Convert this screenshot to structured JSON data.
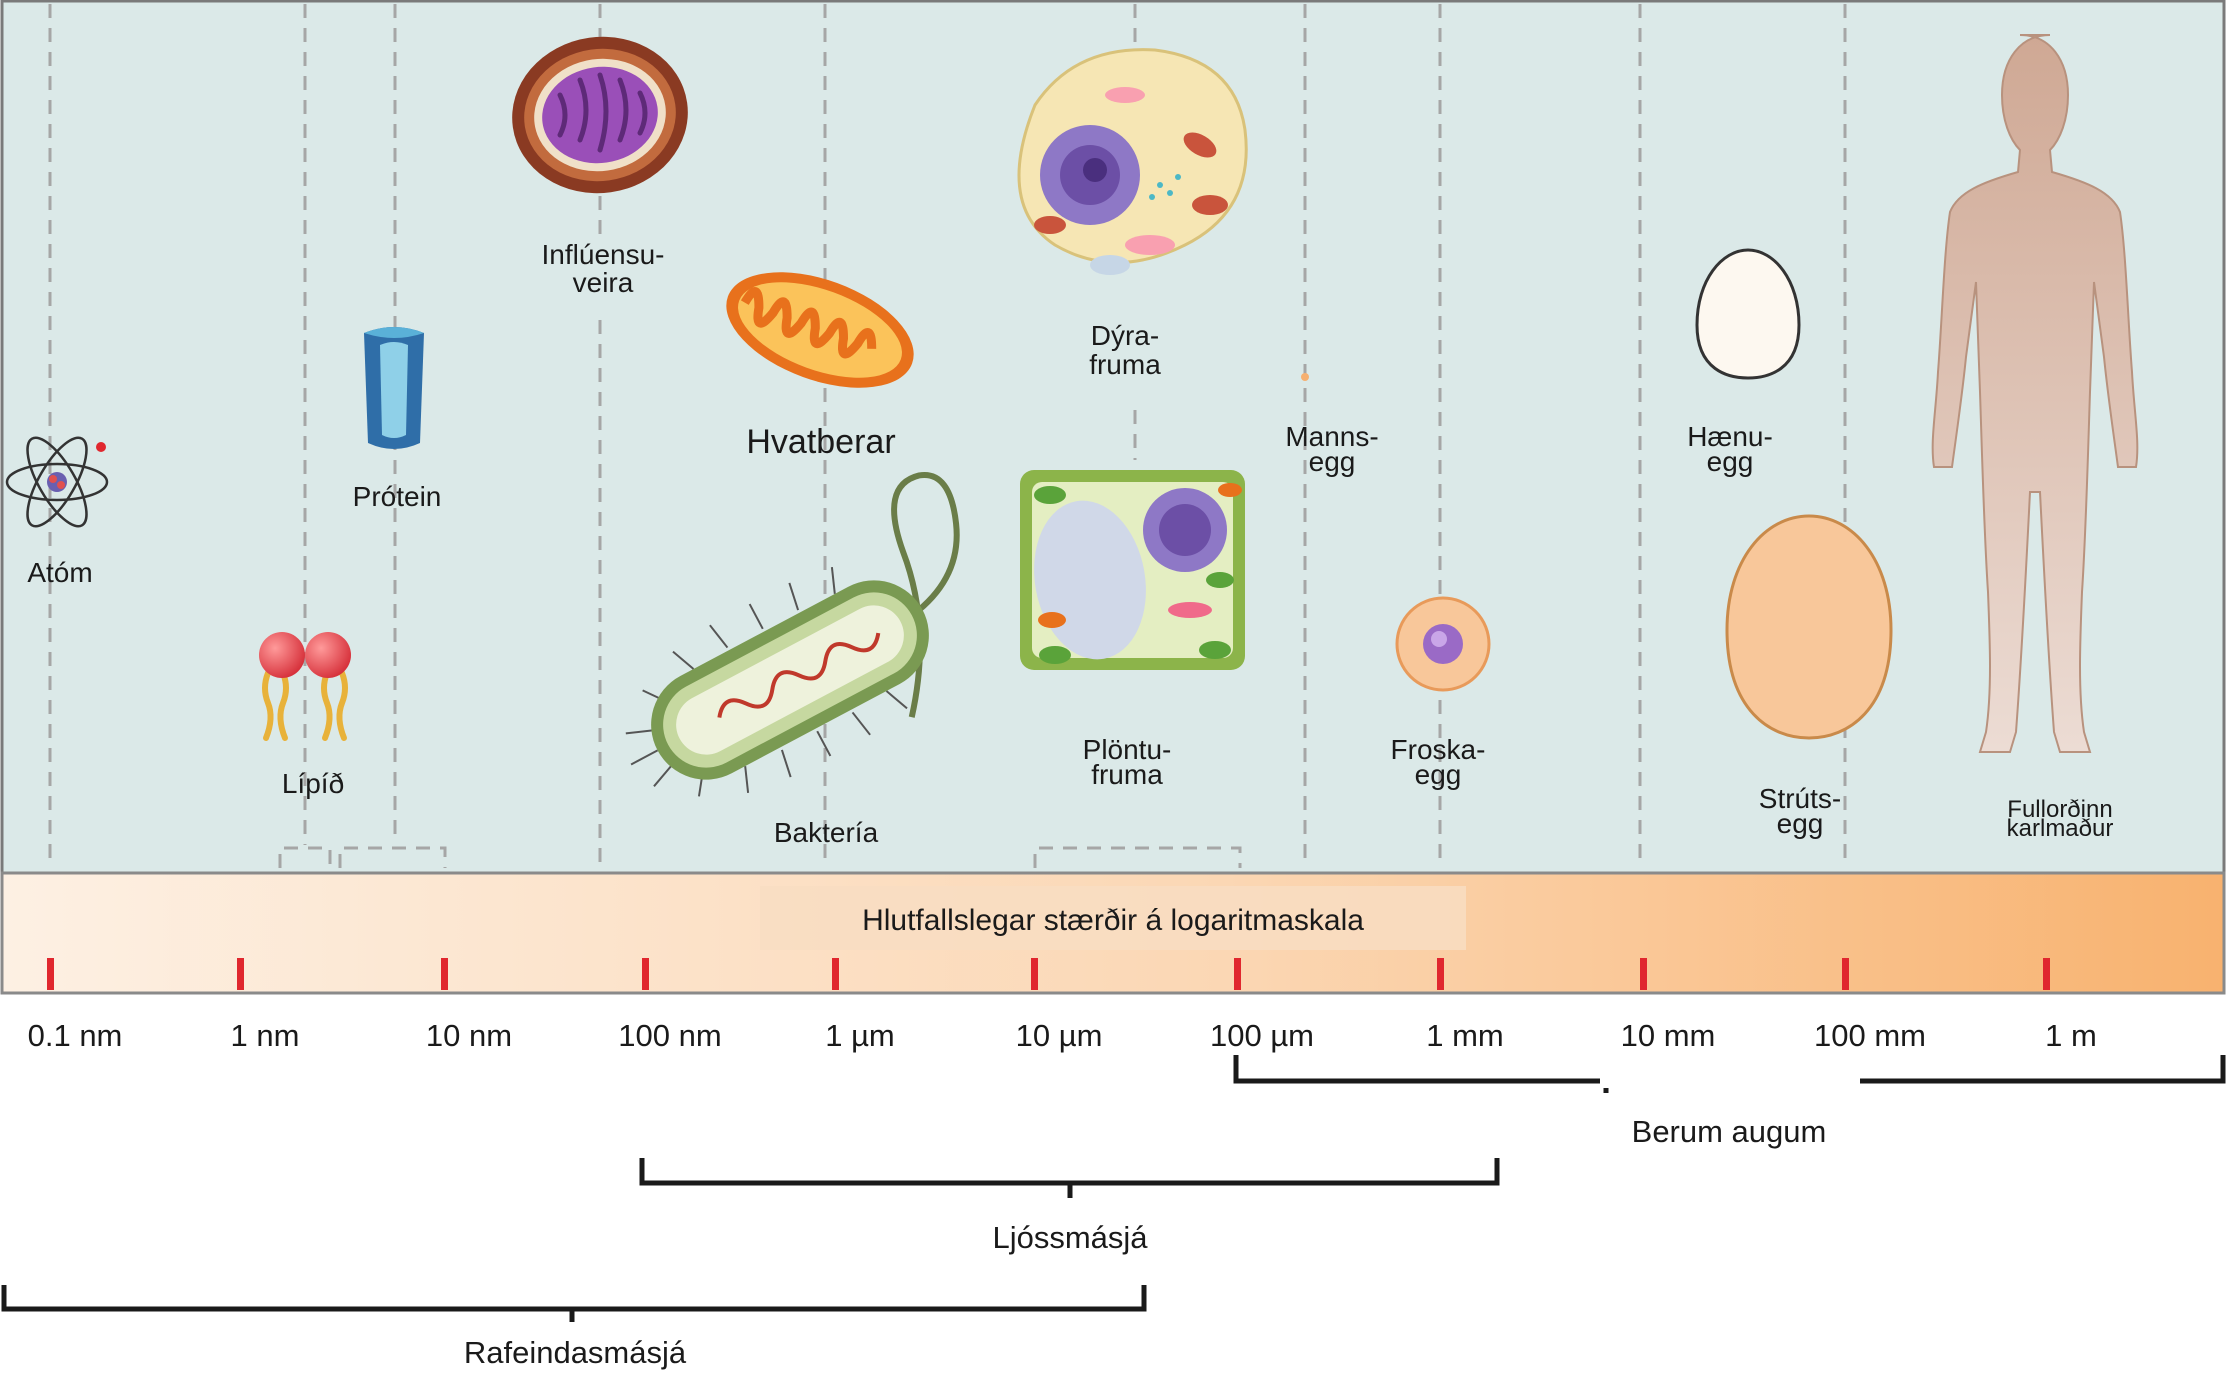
{
  "colors": {
    "panel": "#dbe9e8",
    "tick": "#e0272e",
    "bar_start": "#fdf0e3",
    "bar_end": "#f8b26f",
    "bracket": "#1a1a1a"
  },
  "scale": {
    "title": "Hlutfallslegar stærðir á logaritmaskala",
    "ticks": [
      "0.1 nm",
      "1 nm",
      "10 nm",
      "100 nm",
      "1 µm",
      "10 µm",
      "100 µm",
      "1 mm",
      "10 mm",
      "100 mm",
      "1 m"
    ]
  },
  "objects": [
    {
      "id": "atom",
      "label": "Atóm",
      "icon": "atom-icon"
    },
    {
      "id": "lipid",
      "label": "Lípíð",
      "icon": "lipid-icon"
    },
    {
      "id": "protein",
      "label": "Prótein",
      "icon": "protein-icon"
    },
    {
      "id": "influenza",
      "label": "Inflúensu-\nveira",
      "icon": "virus-icon"
    },
    {
      "id": "mitochondria",
      "label": "Hvatberar",
      "icon": "mitochondrion-icon"
    },
    {
      "id": "bacteria",
      "label": "Baktería",
      "icon": "bacterium-icon"
    },
    {
      "id": "animal-cell",
      "label": "Dýra-\nfruma",
      "icon": "animal-cell-icon"
    },
    {
      "id": "plant-cell",
      "label": "Plöntu-\nfruma",
      "icon": "plant-cell-icon"
    },
    {
      "id": "human-egg",
      "label": "Manns-\negg",
      "icon": "human-egg-icon"
    },
    {
      "id": "frog-egg",
      "label": "Froska-\negg",
      "icon": "frog-egg-icon"
    },
    {
      "id": "hen-egg",
      "label": "Hænu-\negg",
      "icon": "hen-egg-icon"
    },
    {
      "id": "ostrich-egg",
      "label": "Strúts-\negg",
      "icon": "ostrich-egg-icon"
    },
    {
      "id": "adult-man",
      "label": "Fullorðinn\nkarlmaður",
      "icon": "human-silhouette-icon"
    }
  ],
  "ranges": [
    {
      "id": "naked-eye",
      "label": "Berum augum"
    },
    {
      "id": "light-microscope",
      "label": "Ljóssmásjá"
    },
    {
      "id": "electron-microscope",
      "label": "Rafeindasmásjá"
    }
  ]
}
